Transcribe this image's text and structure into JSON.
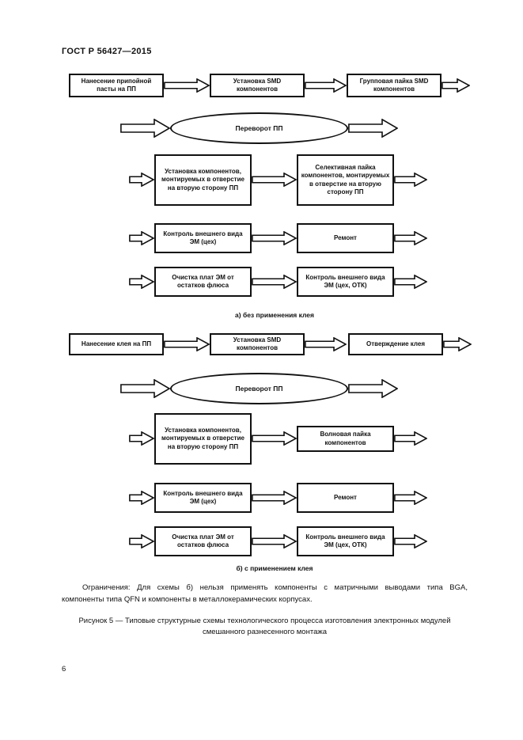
{
  "header": "ГОСТ Р 56427—2015",
  "page_number": "6",
  "colors": {
    "ink": "#111111",
    "paper": "#ffffff"
  },
  "diagram_a": {
    "row1": [
      "Нанесение припойной пасты на ПП",
      "Установка SMD компонентов",
      "Групповая пайка SMD компонентов"
    ],
    "flip": "Переворот ПП",
    "row2": [
      "Установка компонентов, монтируемых в отверстие на вторую сторону ПП",
      "Селективная пайка компонентов, монтируемых в отверстие на вторую сторону ПП"
    ],
    "row3": [
      "Контроль внешнего вида ЭМ (цех)",
      "Ремонт"
    ],
    "row4": [
      "Очистка плат ЭМ от остатков флюса",
      "Контроль внешнего вида ЭМ (цех, ОТК)"
    ],
    "caption": "а) без применения клея"
  },
  "diagram_b": {
    "row1": [
      "Нанесение клея на ПП",
      "Установка SMD компонентов",
      "Отверждение клея"
    ],
    "flip": "Переворот ПП",
    "row2": [
      "Установка компонентов, монтируемых в отверстие на вторую сторону ПП",
      "Волновая пайка компонентов"
    ],
    "row3": [
      "Контроль внешнего вида ЭМ (цех)",
      "Ремонт"
    ],
    "row4": [
      "Очистка плат ЭМ от остатков флюса",
      "Контроль внешнего вида ЭМ (цех, ОТК)"
    ],
    "caption": "б) с применением клея"
  },
  "restrictions": [
    "Ограничения: Для схемы б) нельзя применять компоненты с матричными выводами типа BGA,",
    "компоненты типа QFN и компоненты в металлокерамических корпусах."
  ],
  "figure_caption": "Рисунок 5 — Типовые структурные схемы технологического процесса изготовления электронных модулей смешанного разнесенного монтажа"
}
